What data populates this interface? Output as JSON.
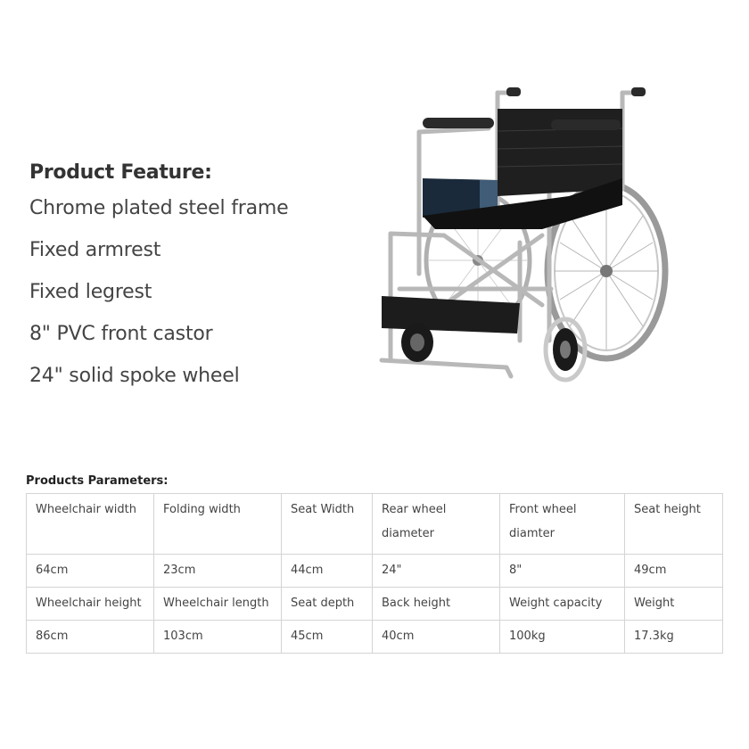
{
  "features": {
    "title": "Product Feature:",
    "items": [
      "Chrome plated steel frame",
      "Fixed armrest",
      "Fixed legrest",
      "8\" PVC front castor",
      "24\" solid spoke wheel"
    ]
  },
  "params": {
    "title": "Products Parameters:",
    "rows": [
      [
        "Wheelchair width",
        "Folding width",
        "Seat Width",
        "Rear wheel diameter",
        "Front wheel diamter",
        "Seat height"
      ],
      [
        "64cm",
        "23cm",
        "44cm",
        "24\"",
        "8\"",
        "49cm"
      ],
      [
        "Wheelchair height",
        "Wheelchair length",
        "Seat depth",
        "Back height",
        "Weight capacity",
        "Weight"
      ],
      [
        "86cm",
        "103cm",
        "45cm",
        "40cm",
        "100kg",
        "17.3kg"
      ]
    ]
  }
}
